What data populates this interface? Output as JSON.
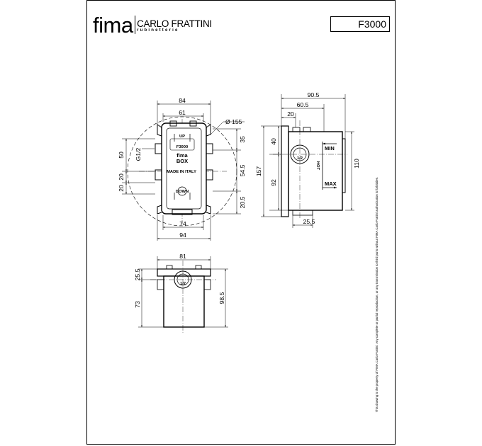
{
  "brand": {
    "fima": "fima",
    "carlo": "CARLO FRATTINI",
    "carlo_sub": "rubinetterie"
  },
  "code": "F3000",
  "legal": "This drawing is the property of FIMA Carlo Frattini. Any complete or partial reproduction, or any transmission to third parts without FIMA Carlo Frattini authorization is forbidden.",
  "front": {
    "dim_84": "84",
    "dim_61": "61",
    "dim_155": "Ø 155",
    "dim_35": "35",
    "dim_50": "50",
    "dim_g12": "G1/2",
    "dim_545": "54.5",
    "dim_20a": "20",
    "dim_20b": "20",
    "dim_205": "20.5",
    "dim_74": "74",
    "dim_94": "94",
    "lbl_up": "UP",
    "lbl_code": "F3000",
    "lbl_fima": "fima",
    "lbl_box": "BOX",
    "lbl_made": "MADE IN ITALY",
    "lbl_down": "DOWN"
  },
  "side": {
    "dim_905": "90.5",
    "dim_605": "60.5",
    "dim_20": "20",
    "dim_40": "40",
    "dim_157": "157",
    "dim_92": "92",
    "dim_110": "110",
    "dim_255": "25.5",
    "lbl_min": "MIN",
    "lbl_max": "MAX",
    "lbl_hot": "HOT",
    "lbl_half": "1/2"
  },
  "top": {
    "dim_81": "81",
    "dim_255": "25.5",
    "dim_73": "73",
    "dim_985": "98.5",
    "lbl_half": "1/2"
  }
}
